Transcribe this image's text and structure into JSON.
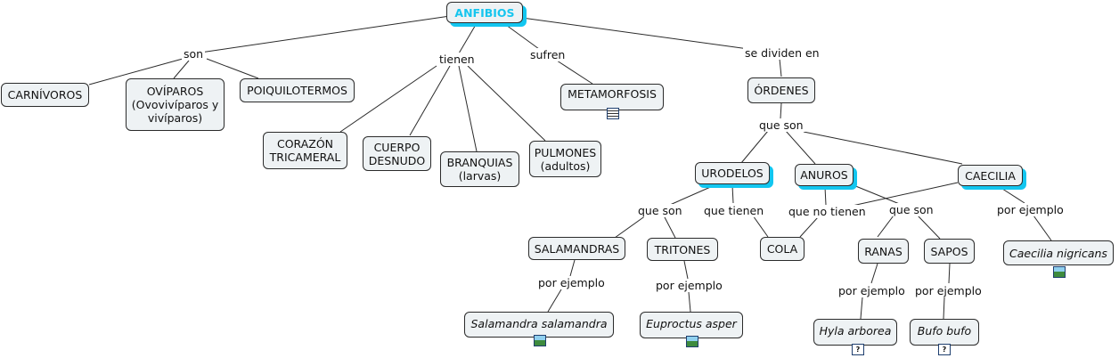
{
  "concepts": {
    "anfibios": "ANFIBIOS",
    "carnivoros": "CARNÍVOROS",
    "oviparos_l1": "OVÍPAROS",
    "oviparos_l2": "(Ovovivíparos y",
    "oviparos_l3": "vivíparos)",
    "poiquilotermos": "POIQUILOTERMOS",
    "corazon_l1": "CORAZÓN",
    "corazon_l2": "TRICAMERAL",
    "cuerpo_l1": "CUERPO",
    "cuerpo_l2": "DESNUDO",
    "branquias_l1": "BRANQUIAS",
    "branquias_l2": "(larvas)",
    "pulmones_l1": "PULMONES",
    "pulmones_l2": "(adultos)",
    "metamorfosis": "METAMORFOSIS",
    "ordenes": "ÓRDENES",
    "urodelos": "URODELOS",
    "anuros": "ANUROS",
    "caecilia": "CAECILIA",
    "salamandras": "SALAMANDRAS",
    "tritones": "TRITONES",
    "cola": "COLA",
    "ranas": "RANAS",
    "sapos": "SAPOS",
    "caecilia_nigricans": "Caecilia nigricans",
    "salamandra_salamandra": "Salamandra salamandra",
    "euproctus_asper": "Euproctus asper",
    "hyla_arborea": "Hyla arborea",
    "bufo_bufo": "Bufo bufo"
  },
  "link_labels": {
    "son": "son",
    "tienen": "tienen",
    "sufren": "sufren",
    "se_dividen_en": "se dividen en",
    "que_son_ordenes": "que son",
    "que_son_urodelos": "que son",
    "que_tienen": "que tienen",
    "que_no_tienen": "que no tienen",
    "que_son_anuros": "que son",
    "por_ejemplo_caecilia": "por ejemplo",
    "por_ejemplo_salamandras": "por ejemplo",
    "por_ejemplo_tritones": "por ejemplo",
    "por_ejemplo_ranas": "por ejemplo",
    "por_ejemplo_sapos": "por ejemplo"
  },
  "resource_icons": {
    "metamorfosis": "document-icon",
    "caecilia_nigricans": "image-icon",
    "salamandra_salamandra": "image-icon",
    "euproctus_asper": "image-icon",
    "hyla_arborea": "help-icon",
    "bufo_bufo": "help-icon"
  },
  "colors": {
    "title_text": "#16c5ee",
    "shadow": "#12c6f0",
    "node_fill": "#eef2f4",
    "node_border": "#2b2b2b"
  }
}
